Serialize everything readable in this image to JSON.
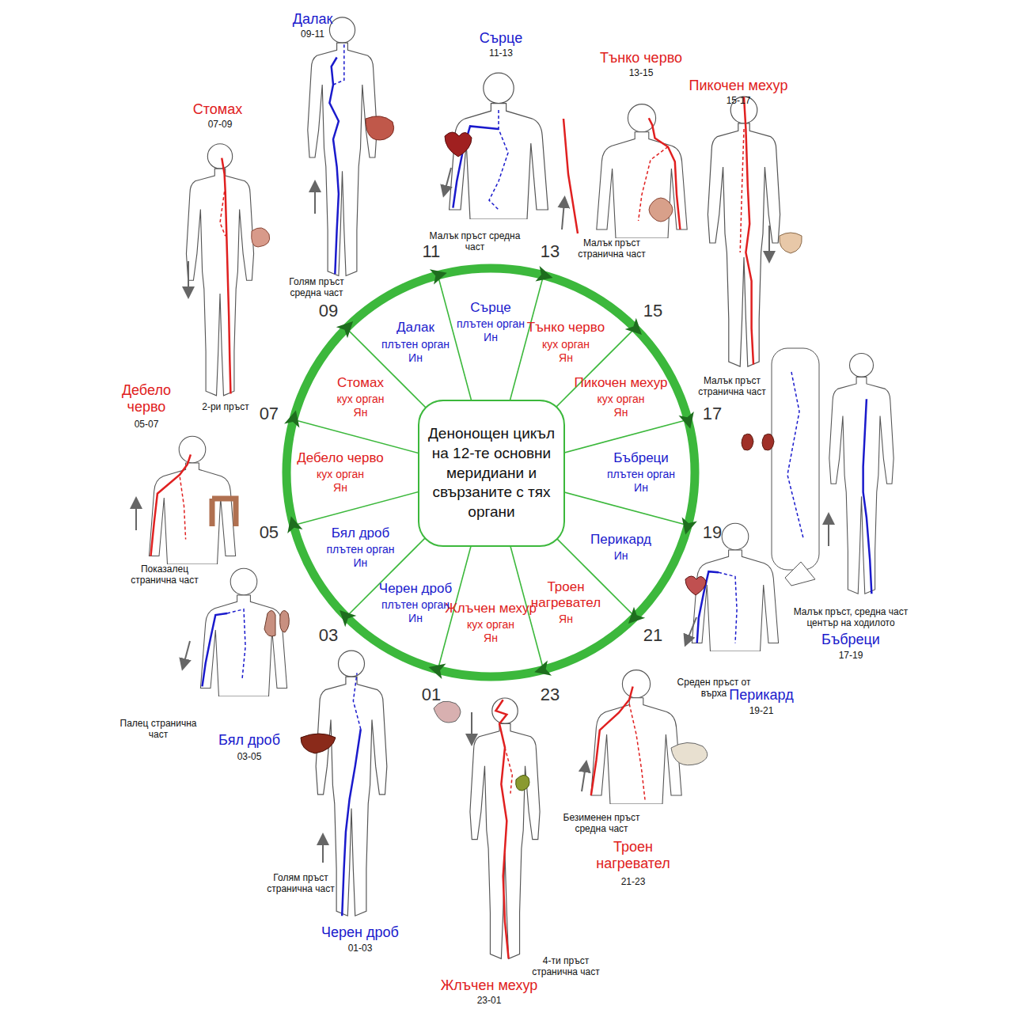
{
  "diagram": {
    "nodes": [
      {
        "text": [
          "Денонощен цикъл на 12-те основни меридиани и свързаните с тях органи"
        ]
      },
      {
        "text": [
          "Сърце",
          "плътен орган",
          "Ин"
        ]
      },
      {
        "text": [
          "Тънко черво",
          "кух орган",
          "Ян"
        ]
      },
      {
        "text": [
          "Пикочен мехур",
          "кух орган",
          "Ян"
        ]
      },
      {
        "text": [
          "Бъбреци",
          "плътен орган",
          "Ин"
        ]
      },
      {
        "text": [
          "Перикард",
          "Ин"
        ]
      },
      {
        "text": [
          "Троен нагревател",
          "Ян"
        ]
      },
      {
        "text": [
          "Жлъчен мехур",
          "кух орган",
          "Ян"
        ]
      },
      {
        "text": [
          "Черен дроб",
          "плътен орган",
          "Ин"
        ]
      },
      {
        "text": [
          "Бял дроб",
          "плътен орган",
          "Ин"
        ]
      },
      {
        "text": [
          "Дебело черво",
          "кух орган",
          "Ян"
        ]
      },
      {
        "text": [
          "Стомах",
          "кух орган",
          "Ян"
        ]
      },
      {
        "text": [
          "Далак",
          "плътен орган",
          "Ин"
        ]
      }
    ],
    "labels": [
      "11",
      "13",
      "15",
      "17",
      "19",
      "21",
      "23",
      "01",
      "03",
      "05",
      "07",
      "09",
      "Сърце",
      "11-13",
      "Малък пръст средна част",
      "Тънко черво",
      "13-15",
      "Малък пръст странична част",
      "Пикочен мехур",
      "15-17",
      "Малък пръст странична част",
      "Бъбреци",
      "17-19",
      "Малък пръст, средна част център на ходилото",
      "Перикард",
      "19-21",
      "Среден пръст от върха",
      "Троен нагревател",
      "21-23",
      "Безименен пръст средна част",
      "Жлъчен мехур",
      "23-01",
      "4-ти пръст странична част",
      "Черен дроб",
      "01-03",
      "Голям пръст странична част",
      "Бял дроб",
      "03-05",
      "Палец странична част",
      "Дебело черво",
      "05-07",
      "Показалец странична част",
      "Стомах",
      "07-09",
      "2-ри пръст",
      "Далак",
      "09-11",
      "Голям пръст средна част"
    ]
  }
}
